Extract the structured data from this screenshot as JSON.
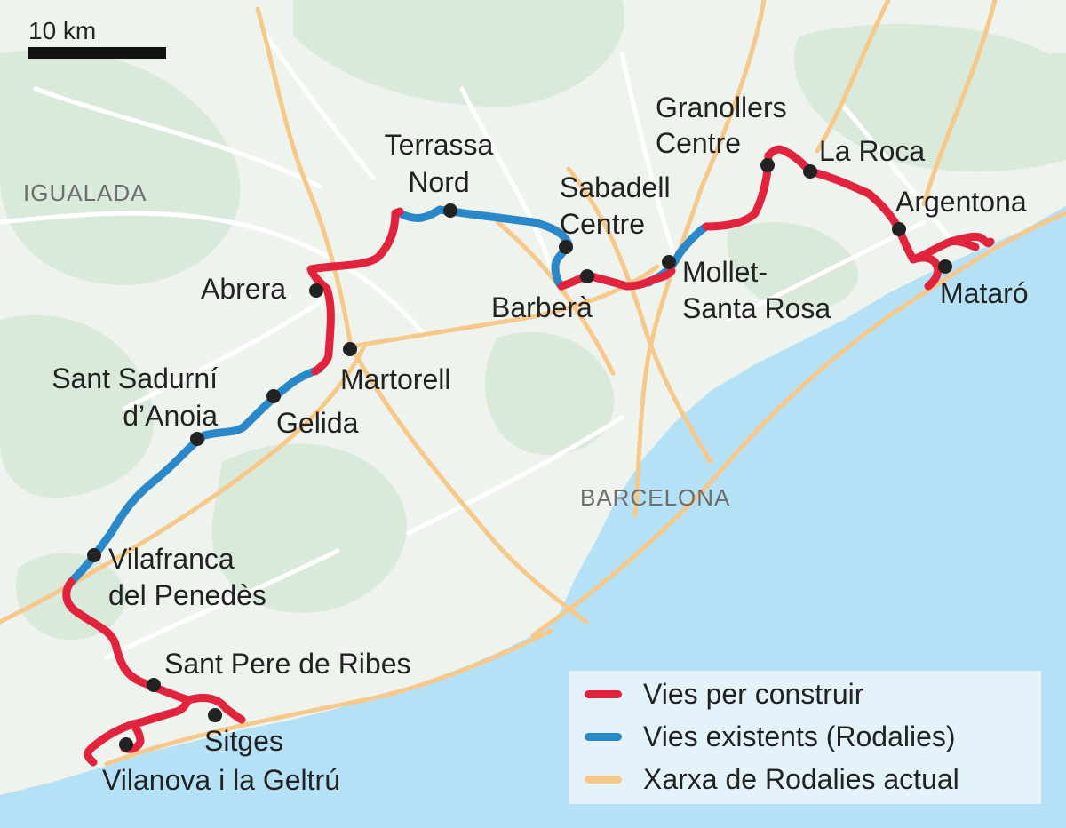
{
  "colors": {
    "sea": "#b5e1f7",
    "land": "#eef3ed",
    "forest": "#d9eadb",
    "road": "#ffffff",
    "rodalies": "#f6c98a",
    "new_track": "#e2233d",
    "existing_track": "#2b88c8",
    "station": "#222222"
  },
  "scale_bar": {
    "label": "10 km"
  },
  "cities": [
    {
      "id": "igualada",
      "name": "IGUALADA"
    },
    {
      "id": "barcelona",
      "name": "BARCELONA"
    }
  ],
  "stations": [
    {
      "id": "terrassa",
      "lines": [
        "Terrassa",
        "Nord"
      ]
    },
    {
      "id": "granollers",
      "lines": [
        "Granollers",
        "Centre"
      ]
    },
    {
      "id": "laroca",
      "lines": [
        "La Roca"
      ]
    },
    {
      "id": "sabadell",
      "lines": [
        "Sabadell",
        "Centre"
      ]
    },
    {
      "id": "argentona",
      "lines": [
        "Argentona"
      ]
    },
    {
      "id": "abrera",
      "lines": [
        "Abrera"
      ]
    },
    {
      "id": "mollet",
      "lines": [
        "Mollet-",
        "Santa Rosa"
      ]
    },
    {
      "id": "barbera",
      "lines": [
        "Barberà"
      ]
    },
    {
      "id": "mataro",
      "lines": [
        "Mataró"
      ]
    },
    {
      "id": "martorell",
      "lines": [
        "Martorell"
      ]
    },
    {
      "id": "santsadurni",
      "lines": [
        "Sant Sadurní",
        "d’Anoia"
      ]
    },
    {
      "id": "gelida",
      "lines": [
        "Gelida"
      ]
    },
    {
      "id": "vilafranca",
      "lines": [
        "Vilafranca",
        "del Penedès"
      ]
    },
    {
      "id": "santpere",
      "lines": [
        "Sant Pere de Ribes"
      ]
    },
    {
      "id": "sitges",
      "lines": [
        "Sitges"
      ]
    },
    {
      "id": "vilanova",
      "lines": [
        "Vilanova i la Geltrú"
      ]
    }
  ],
  "legend": {
    "items": [
      {
        "id": "new",
        "label": "Vies per construir",
        "color": "#e2233d"
      },
      {
        "id": "existing",
        "label": "Vies existents (Rodalies)",
        "color": "#2b88c8"
      },
      {
        "id": "network",
        "label": "Xarxa de Rodalies actual",
        "color": "#f6c98a"
      }
    ]
  }
}
